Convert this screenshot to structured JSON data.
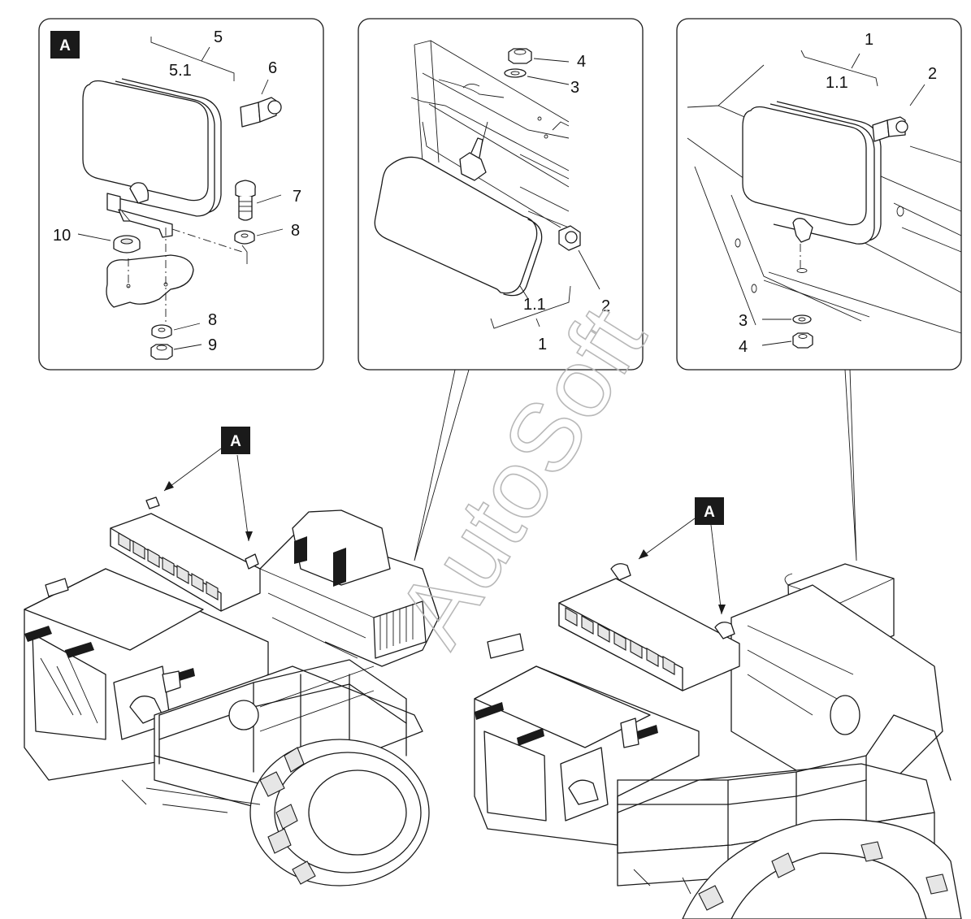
{
  "badges": {
    "detail": "A",
    "left_machine": "A",
    "right_machine": "A"
  },
  "panel_a": {
    "c5": "5",
    "c5_1": "5.1",
    "c6": "6",
    "c7": "7",
    "c8_top": "8",
    "c10": "10",
    "c8_bottom": "8",
    "c9": "9"
  },
  "panel_mid": {
    "c4": "4",
    "c3": "3",
    "c1_1": "1.1",
    "c2": "2",
    "c1": "1"
  },
  "panel_right": {
    "c1": "1",
    "c1_1": "1.1",
    "c2": "2",
    "c3": "3",
    "c4": "4"
  },
  "watermark": "AutoSoft",
  "colors": {
    "ink": "#1a1a1a",
    "badge": "#1a1a1a",
    "watermark": "#b8b8b8"
  }
}
